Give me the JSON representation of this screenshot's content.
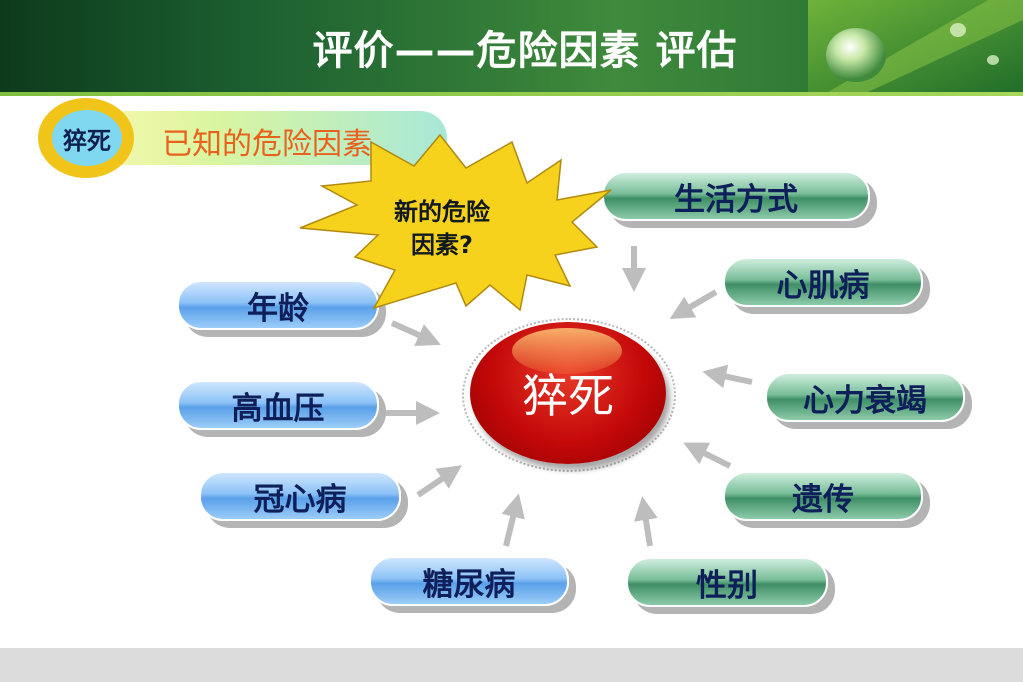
{
  "header": {
    "title": "评价——危险因素 评估"
  },
  "tag": {
    "badge": "猝死",
    "text": "已知的危险因素"
  },
  "burst": {
    "line1": "新的危险",
    "line2": "因素?"
  },
  "center": {
    "label": "猝死"
  },
  "left_factors": [
    "年龄",
    "高血压",
    "冠心病",
    "糖尿病"
  ],
  "right_factors": [
    "生活方式",
    "心肌病",
    "心力衰竭",
    "遗传",
    "性别"
  ],
  "colors": {
    "burst": "#f7d21c",
    "center": "#c40808",
    "blue_pill": "#5aa0ea",
    "green_pill": "#3f8f66",
    "title_text": "#ffffff",
    "tag_text": "#e8621e"
  }
}
